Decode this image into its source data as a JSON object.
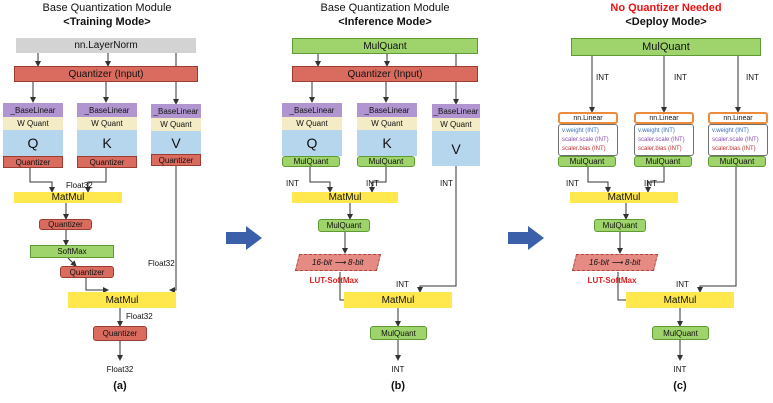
{
  "panel_a": {
    "title": "Base Quantization Module",
    "mode": "<Training Mode>",
    "layernorm": "nn.LayerNorm",
    "quantizer_input": "Quantizer (Input)",
    "base_linear": "_BaseLinear",
    "w_quant": "W Quant",
    "q": "Q",
    "k": "K",
    "v": "V",
    "quantizer": "Quantizer",
    "float32": "Float32",
    "matmul": "MatMul",
    "softmax": "SoftMax",
    "caption": "(a)"
  },
  "panel_b": {
    "title": "Base Quantization Module",
    "mode": "<Inference Mode>",
    "mulquant": "MulQuant",
    "quantizer_input": "Quantizer (Input)",
    "base_linear": "_BaseLinear",
    "w_quant": "W Quant",
    "q": "Q",
    "k": "K",
    "v": "V",
    "int": "INT",
    "matmul": "MatMul",
    "lut_from": "16-bit",
    "lut_arrow": "⟶",
    "lut_to": "8-bit",
    "lut_label": "LUT-SoftMax",
    "caption": "(b)"
  },
  "panel_c": {
    "title": "No Quantizer Needed",
    "mode": "<Deploy Mode>",
    "mulquant": "MulQuant",
    "int": "INT",
    "nn_linear": "nn.Linear",
    "param_weight": "v.weight (INT)",
    "param_scale": "scaler.scale (INT)",
    "param_bias": "scaler.bias (INT)",
    "matmul": "MatMul",
    "lut_from": "16-bit",
    "lut_arrow": "⟶",
    "lut_to": "8-bit",
    "lut_label": "LUT-SoftMax",
    "caption": "(c)"
  },
  "colors": {
    "quantizer": "#d96b5f",
    "mulquant": "#9fd36b",
    "matmul": "#ffe84d",
    "base_linear": "#b095d1",
    "w_quant": "#f4ecc6",
    "projection": "#b6d6ee",
    "nn_linear_border": "#ee8b3a",
    "transition_arrow": "#3b5fa8",
    "warning_text": "#ee1111"
  }
}
